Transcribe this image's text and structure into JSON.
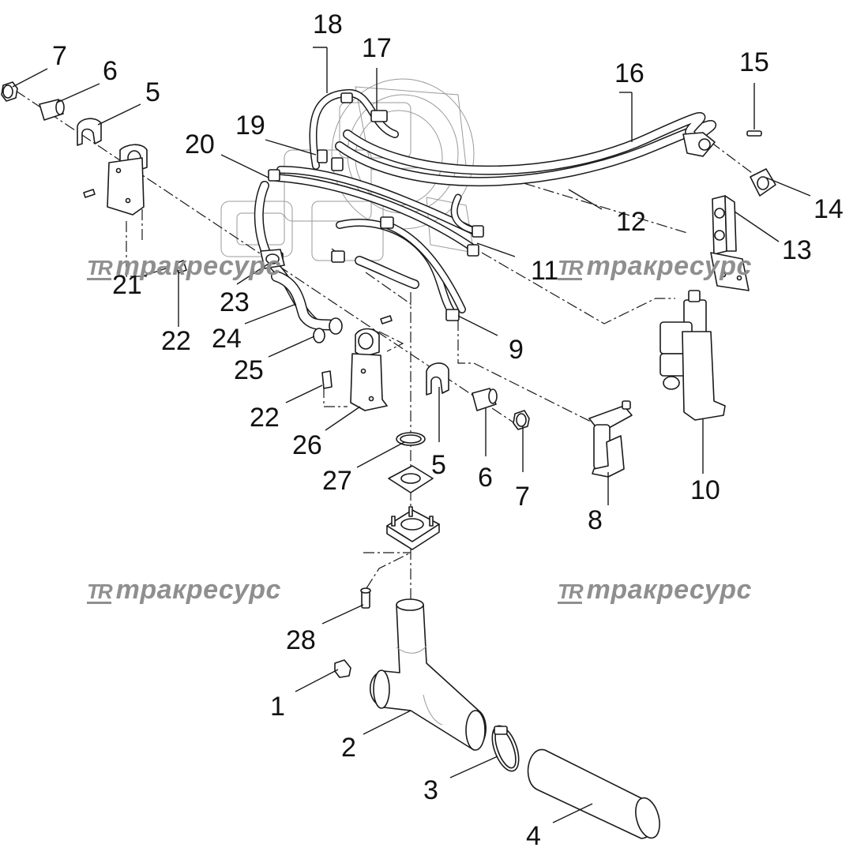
{
  "diagram": {
    "callouts": [
      "1",
      "2",
      "3",
      "4",
      "5",
      "6",
      "7",
      "8",
      "9",
      "10",
      "11",
      "12",
      "13",
      "14",
      "15",
      "16",
      "17",
      "18",
      "19",
      "20",
      "21",
      "22",
      "23",
      "24",
      "25",
      "26",
      "27",
      "28"
    ],
    "watermark": {
      "logo": "TR",
      "text": "тракресурс"
    },
    "colors": {
      "line": "#1a1a1a",
      "ghost": "#9a9a9a",
      "watermark": "#8f8f8f"
    }
  }
}
